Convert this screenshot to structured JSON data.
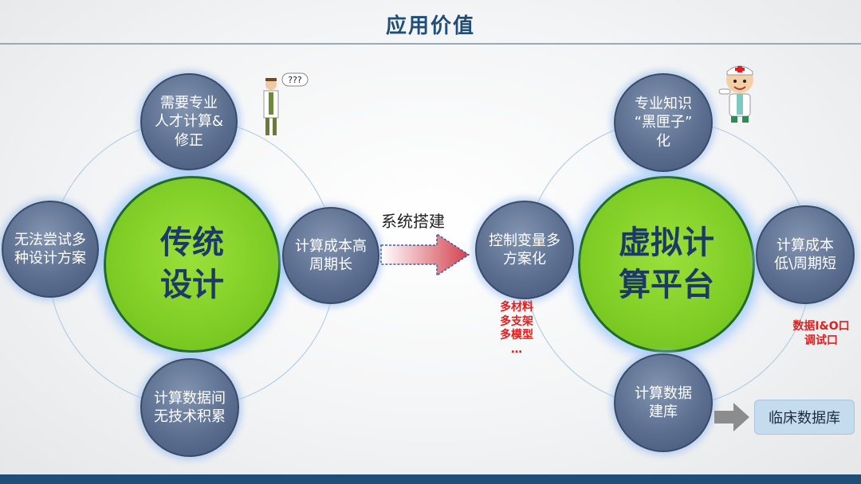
{
  "title": "应用价值",
  "left": {
    "center": [
      "传统",
      "设计"
    ],
    "top": "需要专业\n人才计算&\n修正",
    "left": "无法尝试多\n种设计方案",
    "right": "计算成本高\n周期长",
    "bottom": "计算数据间\n无技术积累",
    "thought_bubble": "???"
  },
  "middle": {
    "label": "系统搭建"
  },
  "right": {
    "center": [
      "虚拟计",
      "算平台"
    ],
    "top": "专业知识\n“黑匣子”\n化",
    "left": "控制变量多\n方案化",
    "right": "计算成本\n低\\周期短",
    "bottom": "计算数据\n建库",
    "note_left": "多材料\n多支架\n多模型\n…",
    "note_right": "数据I&O口\n调试口",
    "database": "临床数据库"
  },
  "colors": {
    "title": "#1f4e79",
    "center_fill": "#7ccb24",
    "satellite_fill": "#5b6e8f",
    "note": "#e02020"
  }
}
